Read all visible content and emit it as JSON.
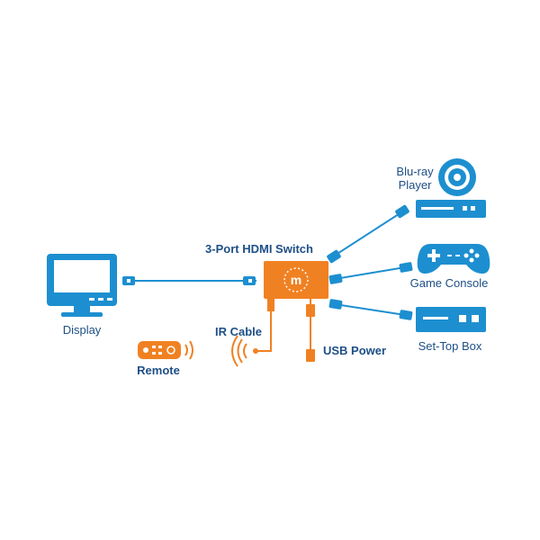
{
  "colors": {
    "blue": "#1d8fd0",
    "dark_blue": "#1e4f86",
    "orange": "#f08122",
    "white": "#ffffff"
  },
  "labels": {
    "switch": "3-Port HDMI Switch",
    "display": "Display",
    "bluray_line1": "Blu-ray",
    "bluray_line2": "Player",
    "game_console": "Game Console",
    "set_top_box": "Set-Top Box",
    "ir_cable": "IR Cable",
    "usb_power": "USB Power",
    "remote": "Remote"
  },
  "icons": {
    "switch": "m-logo-icon",
    "display": "monitor-icon",
    "bluray": "disc-player-icon",
    "game": "gamepad-icon",
    "settop": "set-top-box-icon",
    "remote": "remote-control-icon",
    "ir": "ir-signal-icon"
  }
}
